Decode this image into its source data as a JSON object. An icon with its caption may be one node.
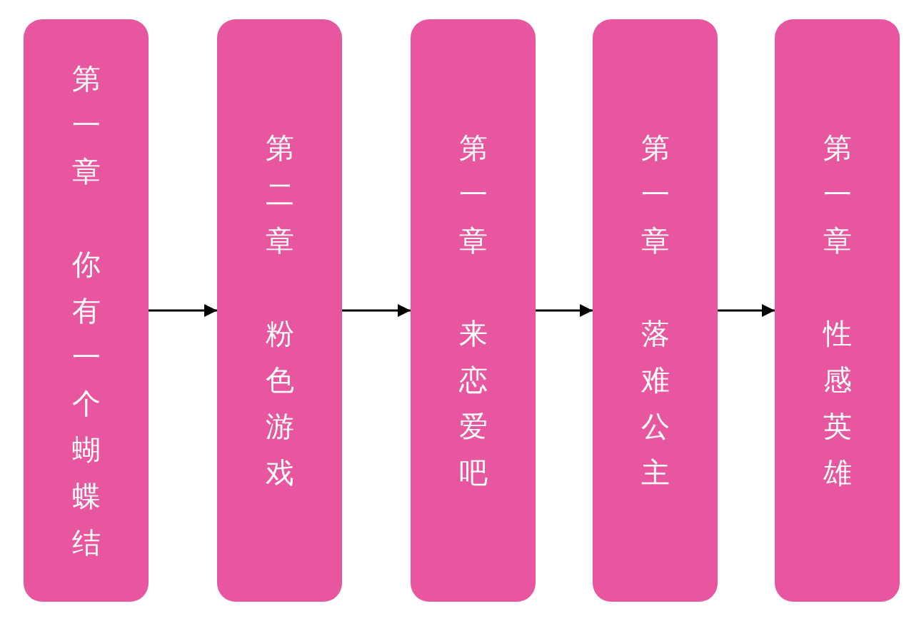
{
  "diagram": {
    "nodes": [
      {
        "text": [
          "第一章",
          "你有一个蝴蝶结"
        ]
      },
      {
        "text": [
          "第二章",
          "粉色游戏"
        ]
      },
      {
        "text": [
          "第一章",
          "来恋爱吧"
        ]
      },
      {
        "text": [
          "第一章",
          "落难公主"
        ]
      },
      {
        "text": [
          "第一章",
          "性感英雄"
        ]
      }
    ],
    "edges": [
      {
        "from": 0,
        "to": 1,
        "arrow": "to"
      },
      {
        "from": 1,
        "to": 2,
        "arrow": "to"
      },
      {
        "from": 2,
        "to": 3,
        "arrow": "to"
      },
      {
        "from": 3,
        "to": 4,
        "arrow": "to"
      }
    ]
  }
}
